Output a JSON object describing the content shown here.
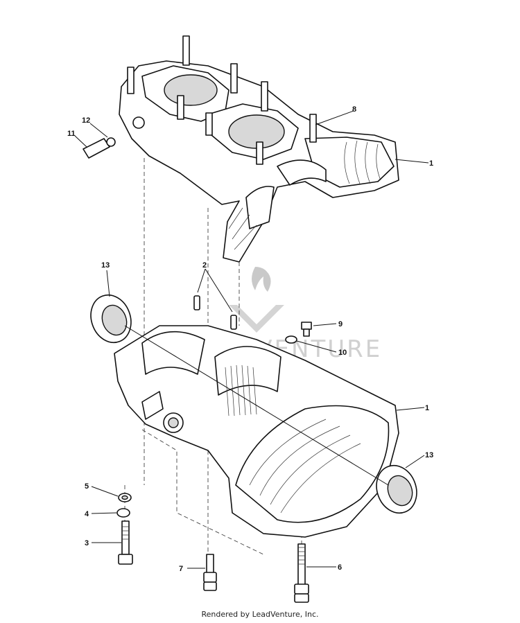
{
  "callouts": {
    "c1_upper": "1",
    "c1_lower": "1",
    "c2": "2",
    "c3": "3",
    "c4": "4",
    "c5": "5",
    "c6": "6",
    "c7": "7",
    "c8": "8",
    "c9": "9",
    "c10": "10",
    "c11": "11",
    "c12": "12",
    "c13_left": "13",
    "c13_right": "13"
  },
  "watermark": {
    "text": "LEADVENTURE"
  },
  "footer": {
    "credit": "Rendered by LeadVenture, Inc."
  }
}
